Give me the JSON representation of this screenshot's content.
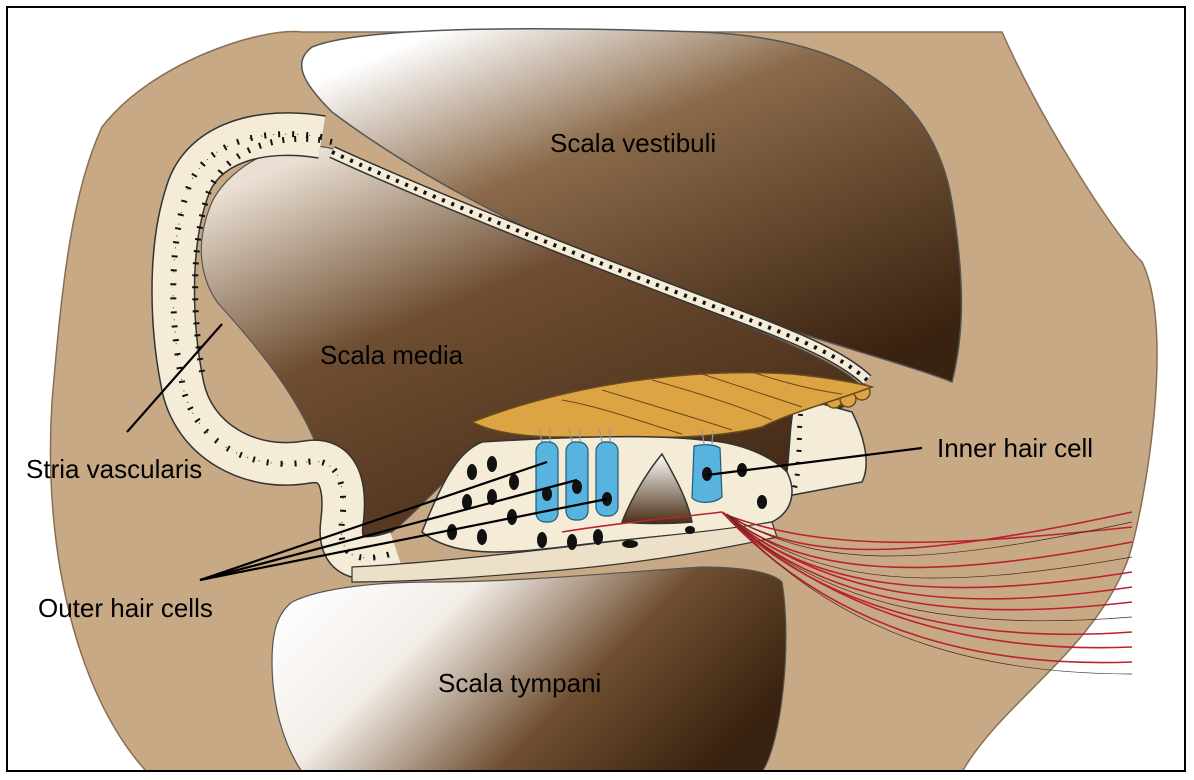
{
  "labels": {
    "scala_vestibuli": "Scala vestibuli",
    "scala_media": "Scala media",
    "scala_tympani": "Scala tympani",
    "stria_vascularis": "Stria vascularis",
    "outer_hair_cells": "Outer hair cells",
    "inner_hair_cell": "Inner hair cell"
  },
  "colors": {
    "bone": "#c8a985",
    "chamber_dark": "#3c2410",
    "chamber_light": "#ffffff",
    "cell": "#f5ecd8",
    "nucleus": "#111111",
    "tectorial_membrane": "#dca443",
    "hair_cell": "#59b3df",
    "nerve_fiber": "#b8232d"
  }
}
